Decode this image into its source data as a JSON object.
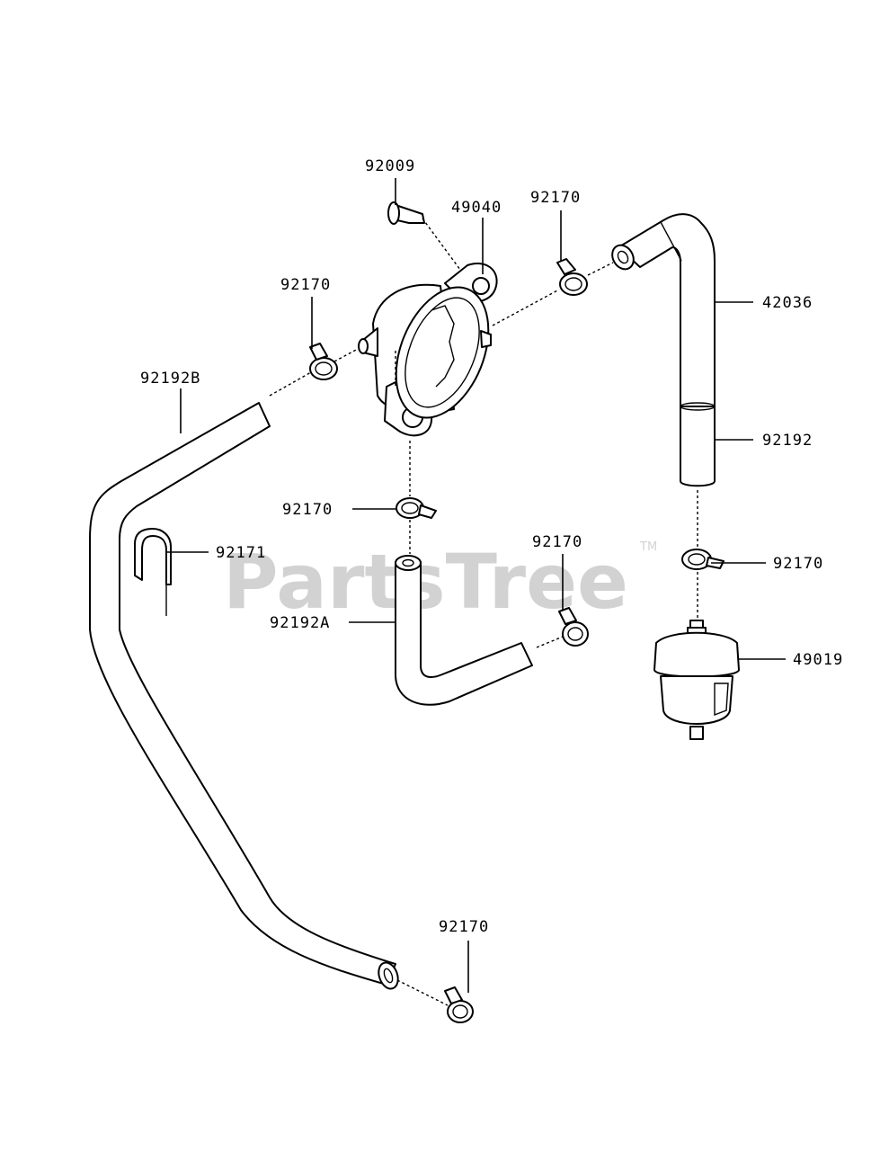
{
  "watermark": {
    "text": "PartsTree",
    "tm": "TM"
  },
  "parts": {
    "bolt_92009": "92009",
    "pump_49040": "49040",
    "clamp_top": "92170",
    "clamp_left": "92170",
    "hose_92192B": "92192B",
    "hose_42036": "42036",
    "hose_92192": "92192",
    "clamp_center": "92170",
    "clip_92171": "92171",
    "clamp_mid": "92170",
    "clamp_right": "92170",
    "hose_92192A": "92192A",
    "filter_49019": "49019",
    "clamp_bottom": "92170"
  },
  "colors": {
    "line": "#000000",
    "watermark": "#d2d2d2",
    "background": "#ffffff"
  }
}
